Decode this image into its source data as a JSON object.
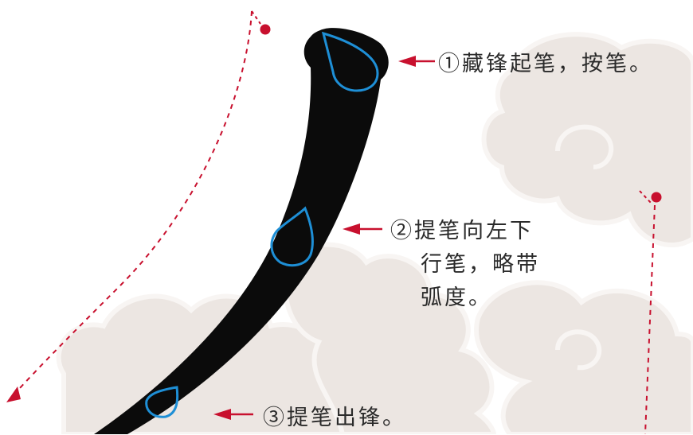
{
  "steps": [
    {
      "text": "①藏锋起笔，按笔。"
    },
    {
      "lines": [
        "②提笔向左下",
        "行笔，略带",
        "弧度。"
      ]
    },
    {
      "text": "③提笔出锋。"
    }
  ],
  "colors": {
    "stroke_ink": "#0b0b0b",
    "pressure_marker": "#1e8fd6",
    "arrow_red": "#c8102e",
    "cloud_fill": "#ece6e2",
    "cloud_line": "#f8f5f3",
    "text": "#2a2a2a"
  },
  "icons": {
    "pressure_marker": "teardrop-icon",
    "pointer": "left-arrow-icon",
    "path_guide": "dashed-direction-arrow"
  }
}
